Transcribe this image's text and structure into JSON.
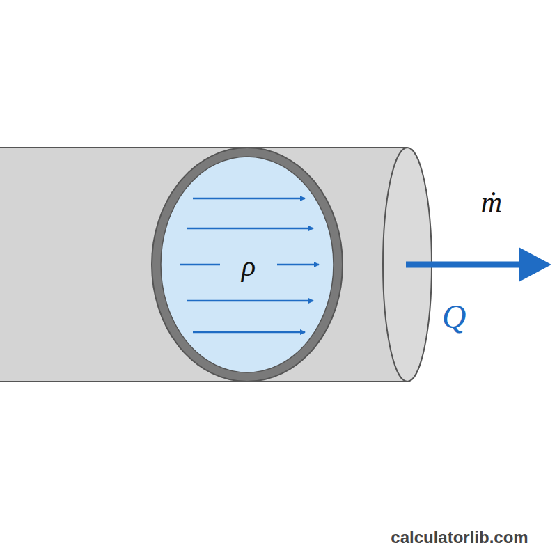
{
  "diagram": {
    "labels": [
      "ρ",
      "ṁ",
      "Q",
      "calculatorlib.com"
    ]
  }
}
